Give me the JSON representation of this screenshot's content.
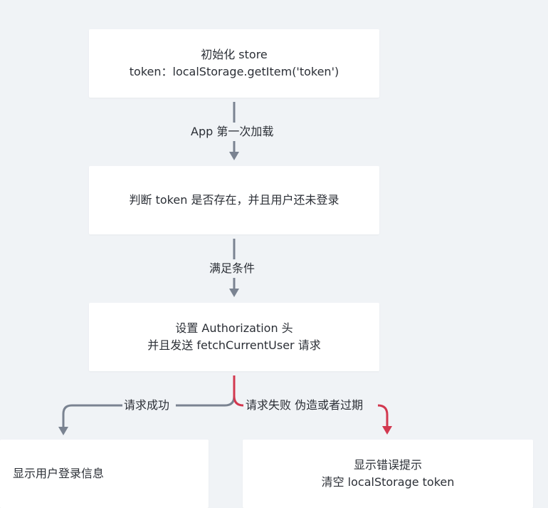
{
  "nodes": {
    "init_store": {
      "line1": "初始化 store",
      "line2": "token：localStorage.getItem('token')"
    },
    "check_token": {
      "line1": "判断 token 是否存在，并且用户还未登录"
    },
    "set_auth": {
      "line1": "设置 Authorization 头",
      "line2": "并且发送 fetchCurrentUser 请求"
    },
    "show_user": {
      "line1": "显示用户登录信息"
    },
    "show_error": {
      "line1": "显示错误提示",
      "line2": "清空 localStorage token"
    }
  },
  "edges": {
    "first_load": "App 第一次加载",
    "condition_met": "满足条件",
    "request_success": "请求成功",
    "request_failed": "请求失败 伪造或者过期"
  },
  "colors": {
    "background": "#f0f3f6",
    "node": "#ffffff",
    "edge_default": "#7a8391",
    "edge_error": "#d2384f",
    "text": "#2b2f36"
  }
}
